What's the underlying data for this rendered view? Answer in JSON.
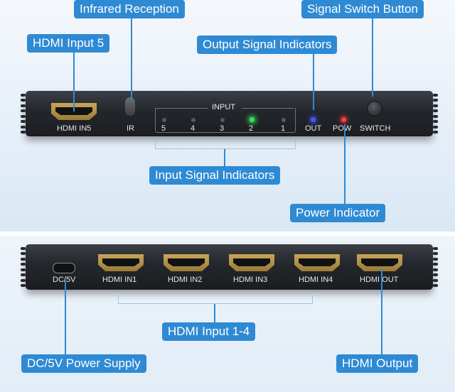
{
  "callouts": {
    "infrared_reception": "Infrared Reception",
    "signal_switch_button": "Signal Switch Button",
    "hdmi_input_5": "HDMI Input 5",
    "output_signal_indicators": "Output Signal Indicators",
    "input_signal_indicators": "Input Signal Indicators",
    "power_indicator": "Power Indicator",
    "hdmi_input_1_4": "HDMI Input 1-4",
    "dc_5v_power_supply": "DC/5V Power Supply",
    "hdmi_output": "HDMI Output"
  },
  "front_panel": {
    "hdmi_in5_label": "HDMI IN5",
    "ir_label": "IR",
    "input_heading": "INPUT",
    "input_numbers": [
      "5",
      "4",
      "3",
      "2",
      "1"
    ],
    "out_label": "OUT",
    "pow_label": "POW",
    "switch_label": "SWITCH",
    "active_input": "2",
    "colors": {
      "active_led": "#39e05a",
      "out_led": "#3d5bff",
      "pow_led": "#ff3b3b"
    }
  },
  "rear_panel": {
    "dc_label": "DC/5V",
    "hdmi_in1_label": "HDMI IN1",
    "hdmi_in2_label": "HDMI IN2",
    "hdmi_in3_label": "HDMI IN3",
    "hdmi_in4_label": "HDMI IN4",
    "hdmi_out_label": "HDMI OUT"
  },
  "colors": {
    "callout_bg": "#2f8ad4",
    "device_body": "#23262b",
    "port_gold": "#c9a55a"
  }
}
